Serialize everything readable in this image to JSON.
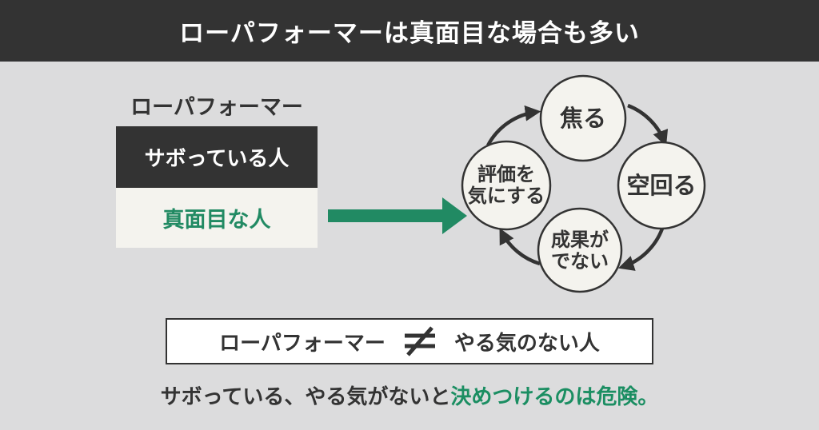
{
  "colors": {
    "dark": "#333333",
    "background": "#dcdcdd",
    "offwhite": "#f4f3ee",
    "green": "#218a63",
    "white": "#ffffff"
  },
  "header": {
    "title": "ローパフォーマーは真面目な場合も多い"
  },
  "left_group": {
    "label": "ローパフォーマー",
    "box_top": "サボっている人",
    "box_bottom": "真面目な人"
  },
  "icons": {
    "flow_arrow": "right-arrow",
    "not_equal": "≠"
  },
  "cycle": {
    "top": "焦る",
    "right": "空回る",
    "bottom_line1": "成果が",
    "bottom_line2": "でない",
    "left_line1": "評価を",
    "left_line2": "気にする"
  },
  "equation": {
    "left": "ローパフォーマー",
    "right": "やる気のない人"
  },
  "footer": {
    "plain": "サボっている、やる気がないと",
    "highlight": "決めつけるのは危険。"
  }
}
